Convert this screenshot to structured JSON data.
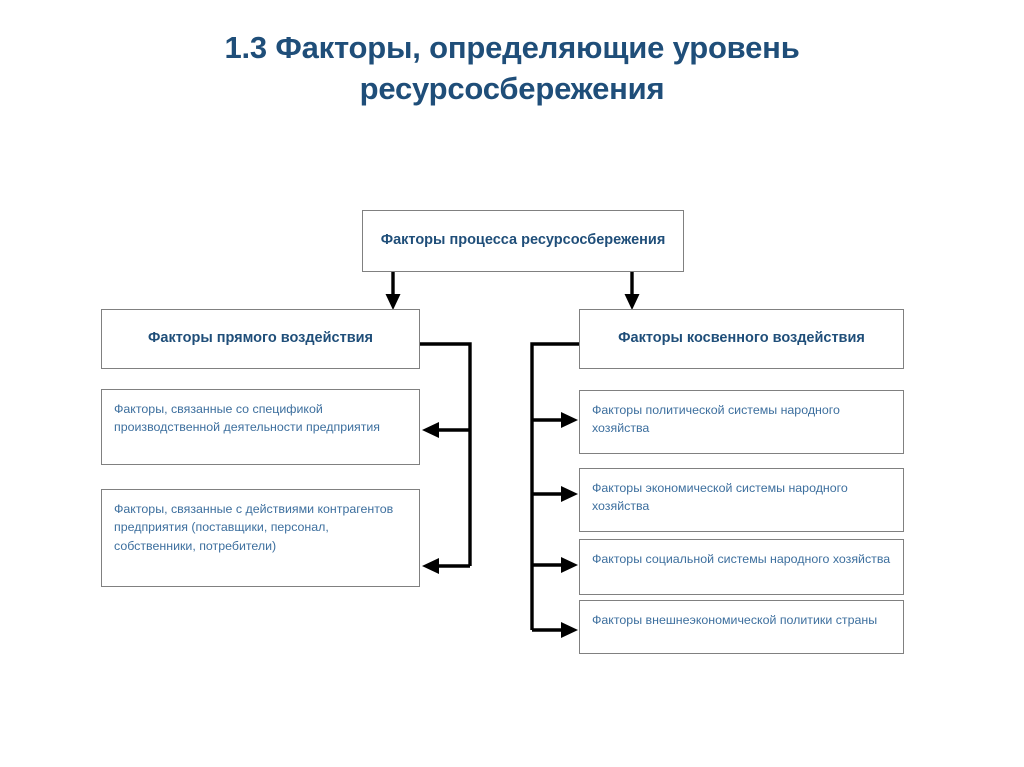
{
  "slide": {
    "title": "1.3 Факторы, определяющие уровень ресурсосбережения",
    "accent_color": "#1f4e79",
    "box_text_color": "#3d6f9e",
    "box_border_color": "#808080",
    "connector_color": "#000000",
    "background_color": "#ffffff"
  },
  "diagram": {
    "root": {
      "label": "Факторы процесса\nресурсосбережения"
    },
    "branches": [
      {
        "id": "direct",
        "label": "Факторы\nпрямого воздействия",
        "items": [
          "Факторы, связанные со спецификой производственной деятельности предприятия",
          "Факторы, связанные с  действиями контрагентов предприятия (поставщики, персонал, собственники, потребители)"
        ]
      },
      {
        "id": "indirect",
        "label": "Факторы\nкосвенного воздействия",
        "items": [
          "Факторы политической системы народного хозяйства",
          "Факторы экономической  системы народного хозяйства",
          "Факторы социальной  системы народного хозяйства",
          "Факторы внешнеэкономической политики страны"
        ]
      }
    ]
  }
}
